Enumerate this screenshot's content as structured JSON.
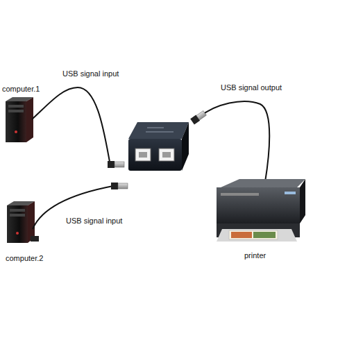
{
  "diagram": {
    "nodes": [
      {
        "text": [
          "computer.1"
        ]
      },
      {
        "text": [
          "computer.2"
        ]
      },
      {
        "text": [
          "printer"
        ]
      }
    ],
    "labels": [
      "USB signal input",
      "USB signal input",
      "USB signal output"
    ]
  }
}
